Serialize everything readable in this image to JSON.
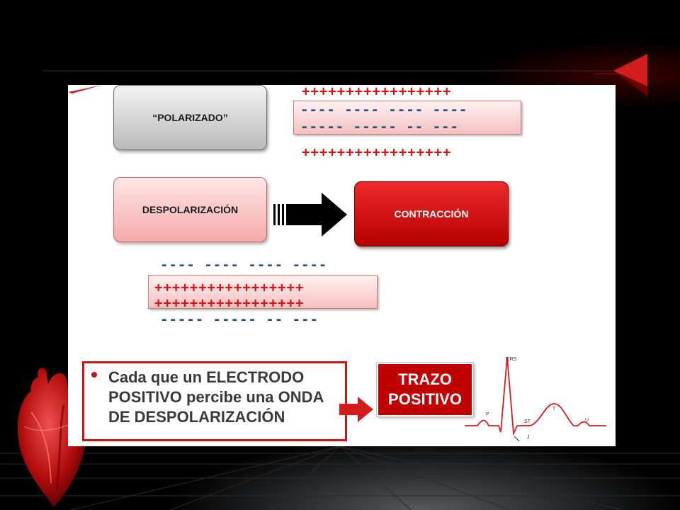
{
  "boxes": {
    "polarizado": "“POLARIZADO”",
    "despolarizacion": "DESPOLARIZACIÓN",
    "contraccion": "CONTRACCIÓN"
  },
  "charges": {
    "band1_top_plus": "+++++++++++++++++",
    "band1_minus_1": "---- ---- ---- ----",
    "band1_minus_2": "----- ----- -- ---",
    "band1_bottom_plus": "+++++++++++++++++",
    "band2_top_minus": "---- ---- ---- ----",
    "band2_plus_1": "+++++++++++++++++",
    "band2_plus_2": "+++++++++++++++++",
    "band2_bottom_minus": "----- ----- -- ---"
  },
  "bullet": {
    "text": "Cada que un ELECTRODO POSITIVO percibe una ONDA DE DESPOLARIZACIÓN"
  },
  "trazo": {
    "line1": "TRAZO",
    "line2": "POSITIVO"
  },
  "ecg_labels": {
    "qrs": "QRS",
    "p": "P",
    "t": "T",
    "u": "U",
    "st": "ST",
    "j": "J"
  },
  "colors": {
    "accent_red": "#c00000",
    "negative_blue": "#234f8c",
    "background": "#000000"
  }
}
